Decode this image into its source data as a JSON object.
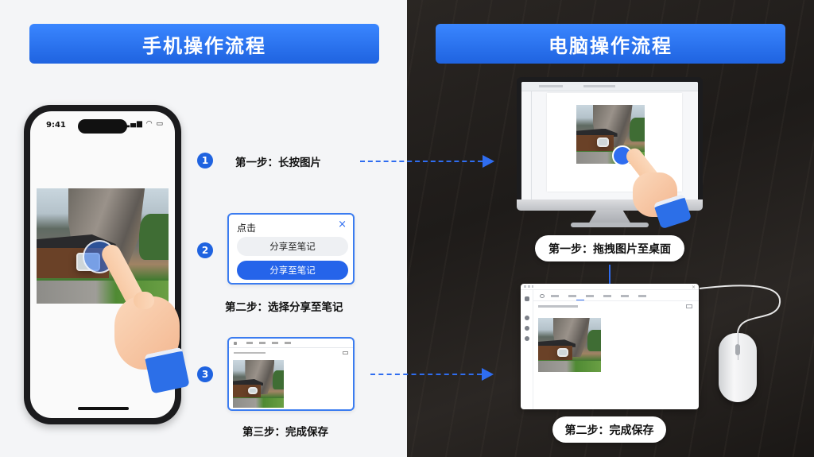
{
  "left_header": "手机操作流程",
  "right_header": "电脑操作流程",
  "phone": {
    "time": "9:41",
    "status_icons": "▂▄▆ ◠ ▭"
  },
  "steps_phone": [
    {
      "number": "1",
      "label": "第一步：长按图片"
    },
    {
      "number": "2",
      "label": "第二步：选择分享至笔记"
    },
    {
      "number": "3",
      "label": "第三步：完成保存"
    }
  ],
  "share_popup": {
    "title": "点击",
    "close_icon": "×",
    "option_1": "分享至笔记",
    "option_2": "分享至笔记"
  },
  "steps_desktop": [
    {
      "label": "第一步：拖拽图片至桌面"
    },
    {
      "label": "第二步：完成保存"
    }
  ],
  "colors": {
    "accent": "#2f6df0",
    "header_blue": "#1f63e0"
  }
}
